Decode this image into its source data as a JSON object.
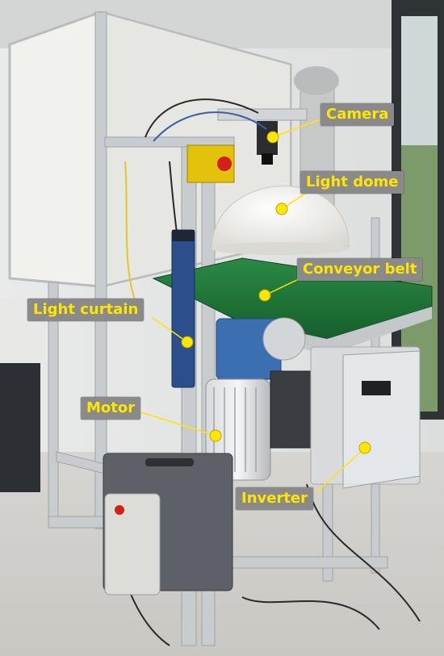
{
  "labels": {
    "camera": "Camera",
    "light_dome": "Light dome",
    "conveyor_belt": "Conveyor belt",
    "light_curtain": "Light curtain",
    "motor": "Motor",
    "inverter": "Inverter"
  },
  "colors": {
    "label_text": "#ffe600",
    "label_background": "#8a8a8a",
    "marker": "#ffe600",
    "frame": "#c9ccce",
    "belt": "#1f7a3a",
    "dome": "#efefeb",
    "sensor": "#2a4f8a",
    "motor": "#3c6fb2",
    "inverter": "#d9dadc",
    "safety_button": "#e2c20a"
  }
}
